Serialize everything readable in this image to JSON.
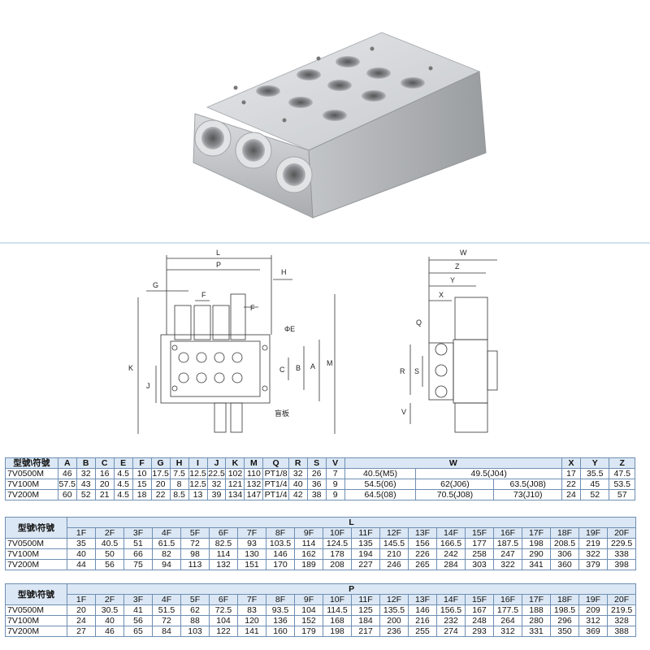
{
  "drawing": {
    "front_labels": [
      "L",
      "P",
      "H",
      "G",
      "F",
      "F",
      "ΦE",
      "K",
      "J",
      "C",
      "B",
      "A",
      "M",
      "盲板"
    ],
    "side_labels": [
      "W",
      "Z",
      "Y",
      "X",
      "Q",
      "R",
      "S",
      "V"
    ]
  },
  "table1": {
    "header_label": "型號\\符號",
    "cols": [
      "A",
      "B",
      "C",
      "E",
      "F",
      "G",
      "H",
      "I",
      "J",
      "K",
      "M",
      "Q",
      "R",
      "S",
      "V",
      "W",
      "X",
      "Y",
      "Z"
    ],
    "rows": [
      {
        "model": "7V0500M",
        "cells": [
          "46",
          "32",
          "16",
          "4.5",
          "10",
          "17.5",
          "7.5",
          "12.5",
          "22.5",
          "102",
          "110",
          "PT1/8",
          "32",
          "26",
          "7"
        ],
        "w": [
          "40.5(M5)",
          "49.5(J04)"
        ],
        "xyz": [
          "17",
          "35.5",
          "47.5"
        ]
      },
      {
        "model": "7V100M",
        "cells": [
          "57.5",
          "43",
          "20",
          "4.5",
          "15",
          "20",
          "8",
          "12.5",
          "32",
          "121",
          "132",
          "PT1/4",
          "40",
          "36",
          "9"
        ],
        "w": [
          "54.5(06)",
          "62(J06)",
          "63.5(J08)"
        ],
        "xyz": [
          "22",
          "45",
          "53.5"
        ]
      },
      {
        "model": "7V200M",
        "cells": [
          "60",
          "52",
          "21",
          "4.5",
          "18",
          "22",
          "8.5",
          "13",
          "39",
          "134",
          "147",
          "PT1/4",
          "42",
          "38",
          "9"
        ],
        "w": [
          "64.5(08)",
          "70.5(J08)",
          "73(J10)"
        ],
        "xyz": [
          "24",
          "52",
          "57"
        ]
      }
    ]
  },
  "table2": {
    "header_label": "型號\\符號",
    "group": "L",
    "cols": [
      "1F",
      "2F",
      "3F",
      "4F",
      "5F",
      "6F",
      "7F",
      "8F",
      "9F",
      "10F",
      "11F",
      "12F",
      "13F",
      "14F",
      "15F",
      "16F",
      "17F",
      "18F",
      "19F",
      "20F"
    ],
    "rows": [
      {
        "model": "7V0500M",
        "cells": [
          "35",
          "40.5",
          "51",
          "61.5",
          "72",
          "82.5",
          "93",
          "103.5",
          "114",
          "124.5",
          "135",
          "145.5",
          "156",
          "166.5",
          "177",
          "187.5",
          "198",
          "208.5",
          "219",
          "229.5"
        ]
      },
      {
        "model": "7V100M",
        "cells": [
          "40",
          "50",
          "66",
          "82",
          "98",
          "114",
          "130",
          "146",
          "162",
          "178",
          "194",
          "210",
          "226",
          "242",
          "258",
          "247",
          "290",
          "306",
          "322",
          "338"
        ]
      },
      {
        "model": "7V200M",
        "cells": [
          "44",
          "56",
          "75",
          "94",
          "113",
          "132",
          "151",
          "170",
          "189",
          "208",
          "227",
          "246",
          "265",
          "284",
          "303",
          "322",
          "341",
          "360",
          "379",
          "398"
        ]
      }
    ]
  },
  "table3": {
    "header_label": "型號\\符號",
    "group": "P",
    "cols": [
      "1F",
      "2F",
      "3F",
      "4F",
      "5F",
      "6F",
      "7F",
      "8F",
      "9F",
      "10F",
      "11F",
      "12F",
      "13F",
      "14F",
      "15F",
      "16F",
      "17F",
      "18F",
      "19F",
      "20F"
    ],
    "rows": [
      {
        "model": "7V0500M",
        "cells": [
          "20",
          "30.5",
          "41",
          "51.5",
          "62",
          "72.5",
          "83",
          "93.5",
          "104",
          "114.5",
          "125",
          "135.5",
          "146",
          "156.5",
          "167",
          "177.5",
          "188",
          "198.5",
          "209",
          "219.5"
        ]
      },
      {
        "model": "7V100M",
        "cells": [
          "24",
          "40",
          "56",
          "72",
          "88",
          "104",
          "120",
          "136",
          "152",
          "168",
          "184",
          "200",
          "216",
          "232",
          "248",
          "264",
          "280",
          "296",
          "312",
          "328"
        ]
      },
      {
        "model": "7V200M",
        "cells": [
          "27",
          "46",
          "65",
          "84",
          "103",
          "122",
          "141",
          "160",
          "179",
          "198",
          "217",
          "236",
          "255",
          "274",
          "293",
          "312",
          "331",
          "350",
          "369",
          "388"
        ]
      }
    ]
  }
}
